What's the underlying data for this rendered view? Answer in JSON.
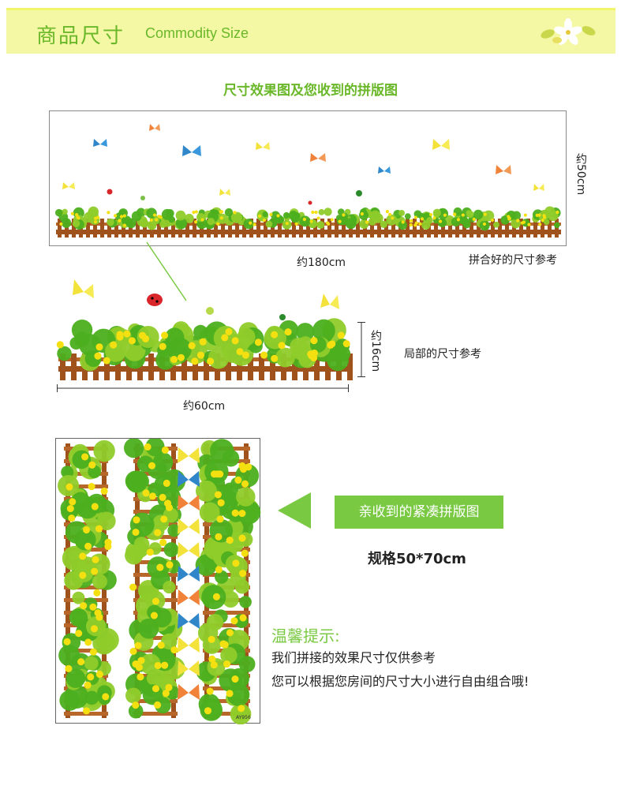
{
  "header": {
    "title": "商品尺寸",
    "subtitle": "Commodity Size"
  },
  "section_title": "尺寸效果图及您收到的拼版图",
  "top_image": {
    "width_label": "约180cm",
    "height_label": "约50cm",
    "caption": "拼合好的尺寸参考"
  },
  "detail": {
    "width_label": "约60cm",
    "height_label": "约16cm",
    "caption": "局部的尺寸参考"
  },
  "sheet": {
    "badge_label": "亲收到的紧凑拼版图",
    "spec": "规格50*70cm",
    "code": "AY956"
  },
  "tips": {
    "title": "温馨提示:",
    "lines": [
      "我们拼接的效果尺寸仅供参考",
      "您可以根据您房间的尺寸大小进行自由组合哦!"
    ]
  },
  "colors": {
    "accent_green": "#7ac943",
    "header_bg": "#f4f7a4",
    "fence_brown": "#a0521d",
    "leaf_green": "#4caf1f",
    "flower_yellow": "#f4e010"
  }
}
